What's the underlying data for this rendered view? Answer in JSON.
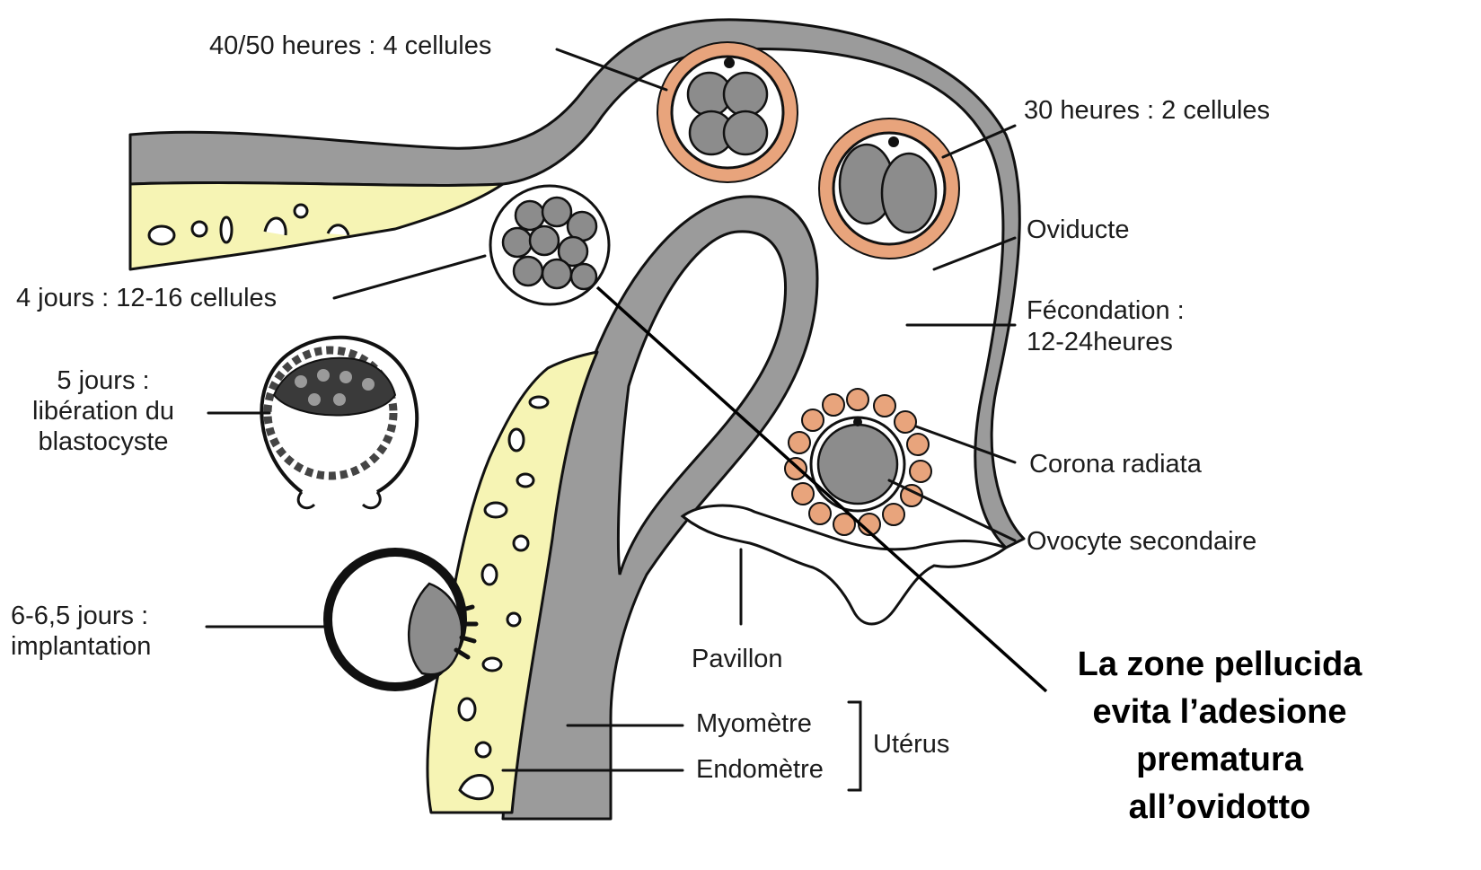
{
  "labels": {
    "four_cells": "40/50 heures : 4 cellules",
    "two_cells": "30 heures : 2 cellules",
    "oviducte": "Oviducte",
    "fecondation_1": "Fécondation :",
    "fecondation_2": "12-24heures",
    "morula": "4 jours : 12-16 cellules",
    "blasto_1": "5 jours :",
    "blasto_2": "libération du",
    "blasto_3": "blastocyste",
    "corona": "Corona radiata",
    "ovocyte": "Ovocyte secondaire",
    "implant_1": "6-6,5 jours :",
    "implant_2": "implantation",
    "pavillon": "Pavillon",
    "myometre": "Myomètre",
    "endometre": "Endomètre",
    "uterus": "Utérus"
  },
  "note": {
    "line1": "La zone pellucida",
    "line2": "evita l’adesione",
    "line3": "prematura",
    "line4": "all’ovidotto"
  },
  "colors": {
    "wall": "#9b9b9b",
    "endometrium": "#f6f4b4",
    "corona": "#e8a47c"
  }
}
